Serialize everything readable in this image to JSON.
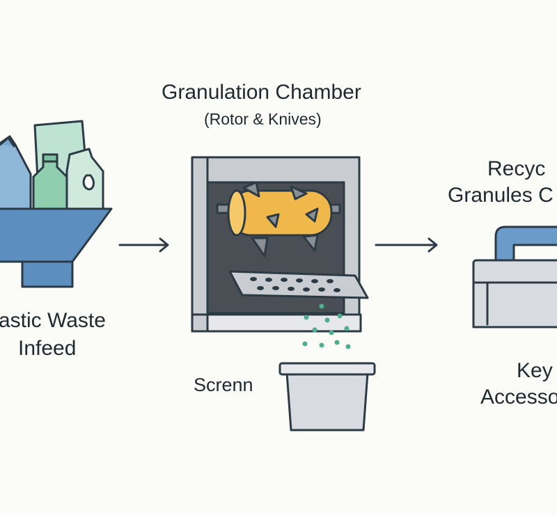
{
  "stages": {
    "infeed": {
      "line1": "astic Waste",
      "line2": "Infeed"
    },
    "chamber": {
      "title": "Granulation Chamber",
      "subtitle": "(Rotor & Knives)"
    },
    "screen": {
      "label": "Screnn"
    },
    "output": {
      "line1": "Recyc",
      "line2": "Granules C"
    },
    "accessories": {
      "line1": "Key",
      "line2": "Accesso"
    }
  },
  "colors": {
    "background": "#fbfbf7",
    "outline": "#2b3a44",
    "hopper": "#5c8fbf",
    "bottle_blue": "#8fb8d8",
    "bottle_green": "#8fcfb0",
    "bag": "#bfe3d2",
    "rotor": "#f0b84a",
    "knife": "#8a8f96",
    "chamber_dark": "#4a4f55",
    "chamber_frame": "#c9cdd2",
    "granules": "#4fae8f",
    "bin": "#d8dce0",
    "pipe": "#6b9bc9"
  }
}
